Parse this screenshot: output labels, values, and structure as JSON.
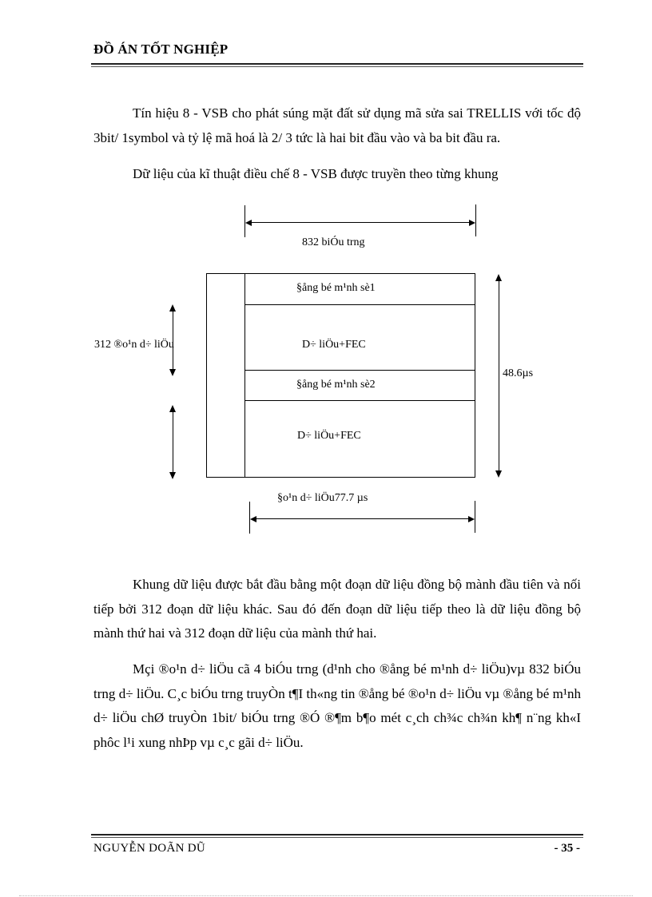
{
  "header": {
    "title": "ĐỒ ÁN TỐT NGHIỆP"
  },
  "paragraphs": [
    "Tín hiệu  8 - VSB cho phát súng mặt  đất sử dụng mã sửa sai TRELLIS với tốc độ 3bit/ 1symbol và tỷ lệ mã hoá là 2/ 3 tức là hai  bit đầu vào và ba bit đầu ra.",
    "Dữ liệu  của kĩ thuật điều chế 8 - VSB được truyền  theo từng khung",
    "Khung  dữ liệu  được bắt đầu bằng một đoạn dữ liệu  đồng bộ mành  đầu tiên và nối tiếp  bởi 312  đoạn dữ liệu  khác. Sau đó đến  đoạn dữ liệu  tiếp  theo là  dữ liệu  đồng bộ mành thứ hai  và 312  đoạn dữ liệu  của mành  thứ hai.",
    "Mçi ®o¹n d÷ liÖu  cã 4 biÓu tr­ng   (d¹nh cho ®ång bé m¹nh  d÷ liÖu)vµ 832  biÓu tr­ng   d÷ liÖu.  C¸c biÓu tr­ng   truyÒn t¶I th«ng tin  ®ång  bé ®o¹n d÷ liÖu  vµ ®ång bé m¹nh d÷ liÖu  chØ truyÒn  1bit/  biÓu tr­ng   ®Ó ®¶m b¶o mét c¸ch ch¾c ch¾n kh¶ n¨ng kh«I phôc l¹i  xung nhÞp vµ c¸c gãi  d÷ liÖu."
  ],
  "diagram": {
    "top_width_label": "832 biÓu tr­ng",
    "rows": [
      {
        "label": "§ång bé m¹nh  sè1"
      },
      {
        "label": "D÷ liÖu+FEC"
      },
      {
        "label": "§ång bé m¹nh  sè2"
      },
      {
        "label": "D÷ liÖu+FEC"
      }
    ],
    "left_label": "312 ®o¹n d÷ liÖu",
    "right_label": "48.6µs",
    "bottom_label": "§o¹n d÷ liÖu77.7 µs"
  },
  "footer": {
    "author": "NGUYỄN DOÃN DŨ",
    "page": "- 35 -"
  }
}
